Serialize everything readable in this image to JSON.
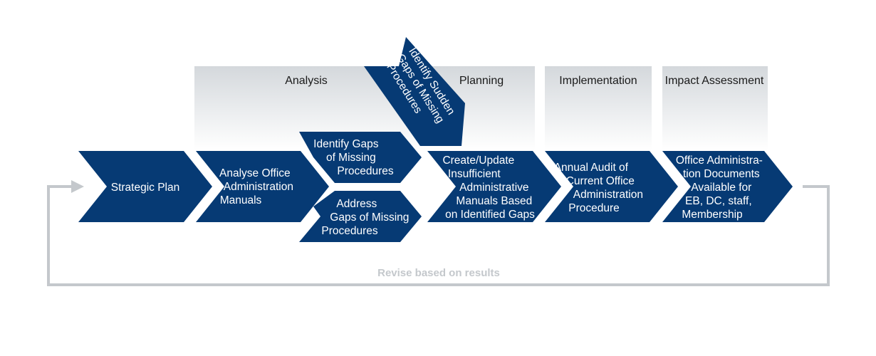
{
  "colors": {
    "chevron_fill": "#063a74",
    "chevron_text": "#ffffff",
    "phase_panel_top": "#d4d8dc",
    "phase_panel_bottom": "#ffffff",
    "loop_line": "#c4c8cc",
    "phase_label": "#1a1a1a"
  },
  "phases": [
    {
      "id": "analysis",
      "label": "Analysis"
    },
    {
      "id": "planning",
      "label": "Planning"
    },
    {
      "id": "implementation",
      "label": "Implementation"
    },
    {
      "id": "impact",
      "label": "Impact Assessment"
    }
  ],
  "steps": {
    "strategic_plan": {
      "lines": [
        "Strategic Plan"
      ]
    },
    "analyse_manuals": {
      "lines": [
        "Analyse Office",
        "Administration",
        "Manuals"
      ]
    },
    "identify_gaps": {
      "lines": [
        "Identify Gaps",
        "of Missing",
        "Procedures"
      ]
    },
    "address_gaps": {
      "lines": [
        "Address",
        "Gaps of Missing",
        "Procedures"
      ]
    },
    "identify_sudden_gaps": {
      "lines": [
        "Identify Sudden",
        "Gaps of Missing",
        "Procedures"
      ]
    },
    "create_update": {
      "lines": [
        "Create/Update",
        "Insufficient",
        "Administrative",
        "Manuals Based",
        "on Identified Gaps"
      ]
    },
    "annual_audit": {
      "lines": [
        "Annual Audit of",
        "Current Office",
        "Administration",
        "Procedure"
      ]
    },
    "documents_available": {
      "lines": [
        "Office Administra-",
        "tion Documents",
        "Available for",
        "EB, DC, staff,",
        "Membership"
      ]
    }
  },
  "feedback_loop": {
    "label": "Revise based on results"
  }
}
